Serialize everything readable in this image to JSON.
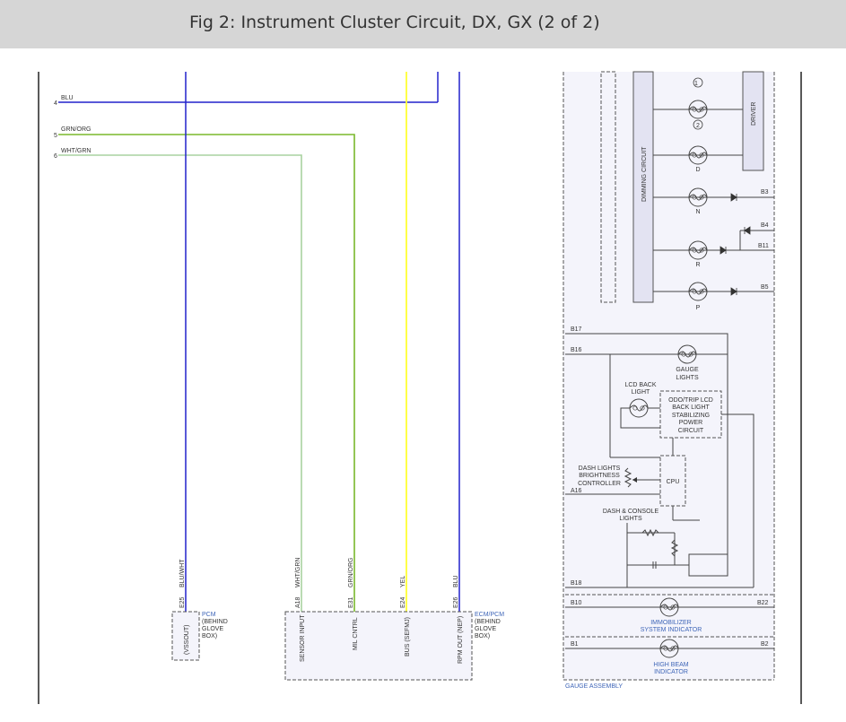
{
  "page": {
    "title": "Fig 2: Instrument Cluster Circuit, DX, GX (2 of 2)"
  },
  "colors": {
    "blu": "#2222cc",
    "grn_org": "#7ab82c",
    "wht_grn": "#a8d2a0",
    "yel": "#ffff33",
    "wire": "#333333",
    "label_blue": "#3f66b8"
  },
  "wires": [
    {
      "pin": "4",
      "color": "BLU"
    },
    {
      "pin": "5",
      "color": "GRN/ORG"
    },
    {
      "pin": "6",
      "color": "WHT/GRN"
    }
  ],
  "vertical_wires": {
    "blu_wht": "BLU/WHT",
    "wht_grn": "WHT/GRN",
    "grn_org": "GRN/ORG",
    "yel": "YEL",
    "blu": "BLU"
  },
  "pcm": {
    "pin": "E25",
    "name": "PCM",
    "location": [
      "(BEHIND",
      "GLOVE",
      "BOX)"
    ],
    "signal": "(VSSOUT)"
  },
  "ecm": {
    "name": "ECM/PCM",
    "location": [
      "(BEHIND",
      "GLOVE",
      "BOX)"
    ],
    "pins": [
      {
        "pin": "A18",
        "signal": "SENSOR INPUT"
      },
      {
        "pin": "E31",
        "signal": "MIL CNTRL"
      },
      {
        "pin": "E24",
        "signal": "BUS (SEFMJ)"
      },
      {
        "pin": "E26",
        "signal": "RPM OUT (NEP)"
      }
    ]
  },
  "gauge": {
    "assembly_label": "GAUGE ASSEMBLY",
    "dimming_circuit": "DIMMING CIRCUIT",
    "driver": "DRIVER",
    "indicators": [
      "1",
      "2",
      "D",
      "N",
      "R",
      "P"
    ],
    "pins": {
      "b3": "B3",
      "b4": "B4",
      "b11": "B11",
      "b5": "B5",
      "b17": "B17",
      "b16": "B16",
      "a16": "A16",
      "b18": "B18",
      "b10": "B10",
      "b22": "B22",
      "b1": "B1",
      "b2": "B2"
    },
    "gauge_lights": [
      "GAUGE",
      "LIGHTS"
    ],
    "lcd_back_light": [
      "LCD BACK",
      "LIGHT"
    ],
    "odo_box": [
      "ODO/TRIP LCD",
      "BACK LIGHT",
      "STABILIZING",
      "POWER",
      "CIRCUIT"
    ],
    "cpu": "CPU",
    "dash_brightness": [
      "DASH LIGHTS",
      "BRIGHTNESS",
      "CONTROLLER"
    ],
    "dash_console": [
      "DASH & CONSOLE",
      "LIGHTS"
    ],
    "immobilizer": [
      "IMMOBILIZER",
      "SYSTEM INDICATOR"
    ],
    "high_beam": [
      "HIGH BEAM",
      "INDICATOR"
    ]
  }
}
